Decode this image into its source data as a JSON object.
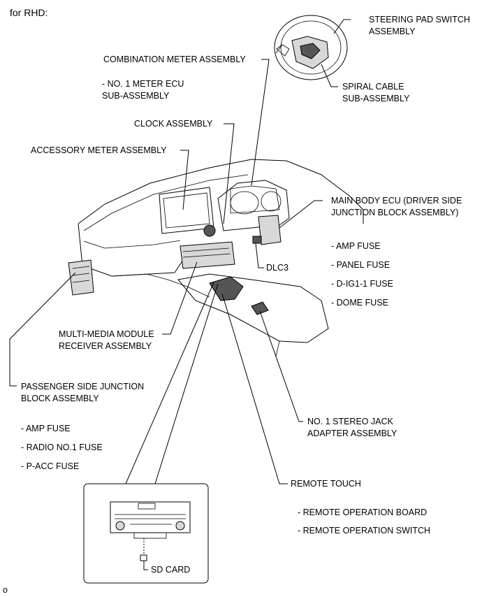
{
  "header": "for RHD:",
  "footer_mark": "o",
  "labels": {
    "steering_pad": [
      "STEERING PAD SWITCH",
      "ASSEMBLY"
    ],
    "spiral_cable": [
      "SPIRAL  CABLE",
      "SUB-ASSEMBLY"
    ],
    "combination_meter": "COMBINATION METER ASSEMBLY",
    "meter_ecu": [
      "- NO. 1 METER ECU",
      "SUB-ASSEMBLY"
    ],
    "clock": "CLOCK ASSEMBLY",
    "accessory_meter": "ACCESSORY METER ASSEMBLY",
    "main_body_ecu": [
      "MAIN BODY ECU (DRIVER SIDE",
      "JUNCTION BLOCK ASSEMBLY)"
    ],
    "main_body_fuses": [
      "- AMP FUSE",
      "- PANEL FUSE",
      "- D-IG1-1 FUSE",
      "- DOME FUSE"
    ],
    "dlc3": "DLC3",
    "multimedia": [
      "MULTI-MEDIA MODULE",
      "RECEIVER ASSEMBLY"
    ],
    "passenger_jb": [
      "PASSENGER SIDE JUNCTION",
      "BLOCK ASSEMBLY"
    ],
    "passenger_fuses": [
      "- AMP FUSE",
      "- RADIO NO.1 FUSE",
      "- P-ACC FUSE"
    ],
    "stereo_jack": [
      "NO. 1 STEREO JACK",
      "ADAPTER ASSEMBLY"
    ],
    "remote_touch": "REMOTE TOUCH",
    "remote_parts": [
      "- REMOTE OPERATION BOARD",
      "- REMOTE OPERATION SWITCH"
    ],
    "sd_card": "SD CARD"
  }
}
